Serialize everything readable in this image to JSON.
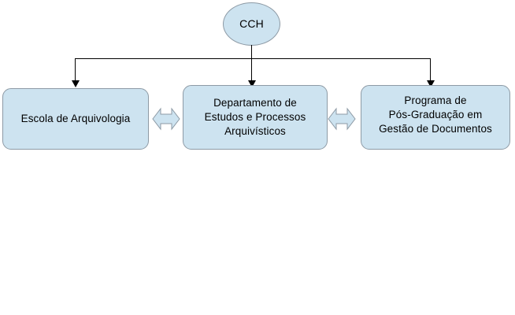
{
  "diagram": {
    "title": "",
    "colors": {
      "node_fill": "#cde3f0",
      "node_border": "#8d9aa5",
      "connector": "#000000",
      "background": "#ffffff",
      "text": "#000000"
    },
    "root": {
      "id": "cch",
      "label": "CCH",
      "shape": "ellipse"
    },
    "children": [
      {
        "id": "escola-arquivologia",
        "label": "Escola de Arquivologia",
        "shape": "rounded-rect"
      },
      {
        "id": "departamento-estudos-processos-arquivisticos",
        "label": "Departamento de\nEstudos e Processos\nArquivísticos",
        "shape": "rounded-rect"
      },
      {
        "id": "programa-pos-graduacao-gestao-documentos",
        "label": "Programa de\nPós-Graduação em\nGestão de Documentos",
        "shape": "rounded-rect"
      }
    ],
    "links": [
      {
        "id": "cch-to-escola",
        "type": "arrow-down",
        "from": "cch",
        "to": "escola-arquivologia"
      },
      {
        "id": "cch-to-departamento",
        "type": "arrow-down",
        "from": "cch",
        "to": "departamento-estudos-processos-arquivisticos"
      },
      {
        "id": "cch-to-programa",
        "type": "arrow-down",
        "from": "cch",
        "to": "programa-pos-graduacao-gestao-documentos"
      },
      {
        "id": "escola-departamento",
        "type": "double-arrow",
        "from": "escola-arquivologia",
        "to": "departamento-estudos-processos-arquivisticos"
      },
      {
        "id": "departamento-programa",
        "type": "double-arrow",
        "from": "departamento-estudos-processos-arquivisticos",
        "to": "programa-pos-graduacao-gestao-documentos"
      }
    ]
  }
}
